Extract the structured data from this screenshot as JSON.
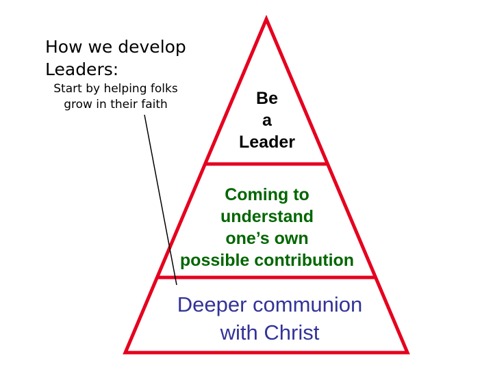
{
  "heading": {
    "title_line1": "How we develop",
    "title_line2": "Leaders:",
    "subtitle_line1": "Start by helping folks",
    "subtitle_line2": "grow in their faith"
  },
  "pyramid": {
    "outline_color": "#e5001e",
    "top_tier": [
      "Be",
      "a",
      "Leader"
    ],
    "middle_tier": [
      "Coming to",
      "understand",
      "one’s own",
      "possible contribution"
    ],
    "bottom_tier": [
      "Deeper communion",
      "with Christ"
    ],
    "colors": {
      "top_text": "#000000",
      "middle_text": "#006600",
      "bottom_text": "#333399"
    }
  }
}
